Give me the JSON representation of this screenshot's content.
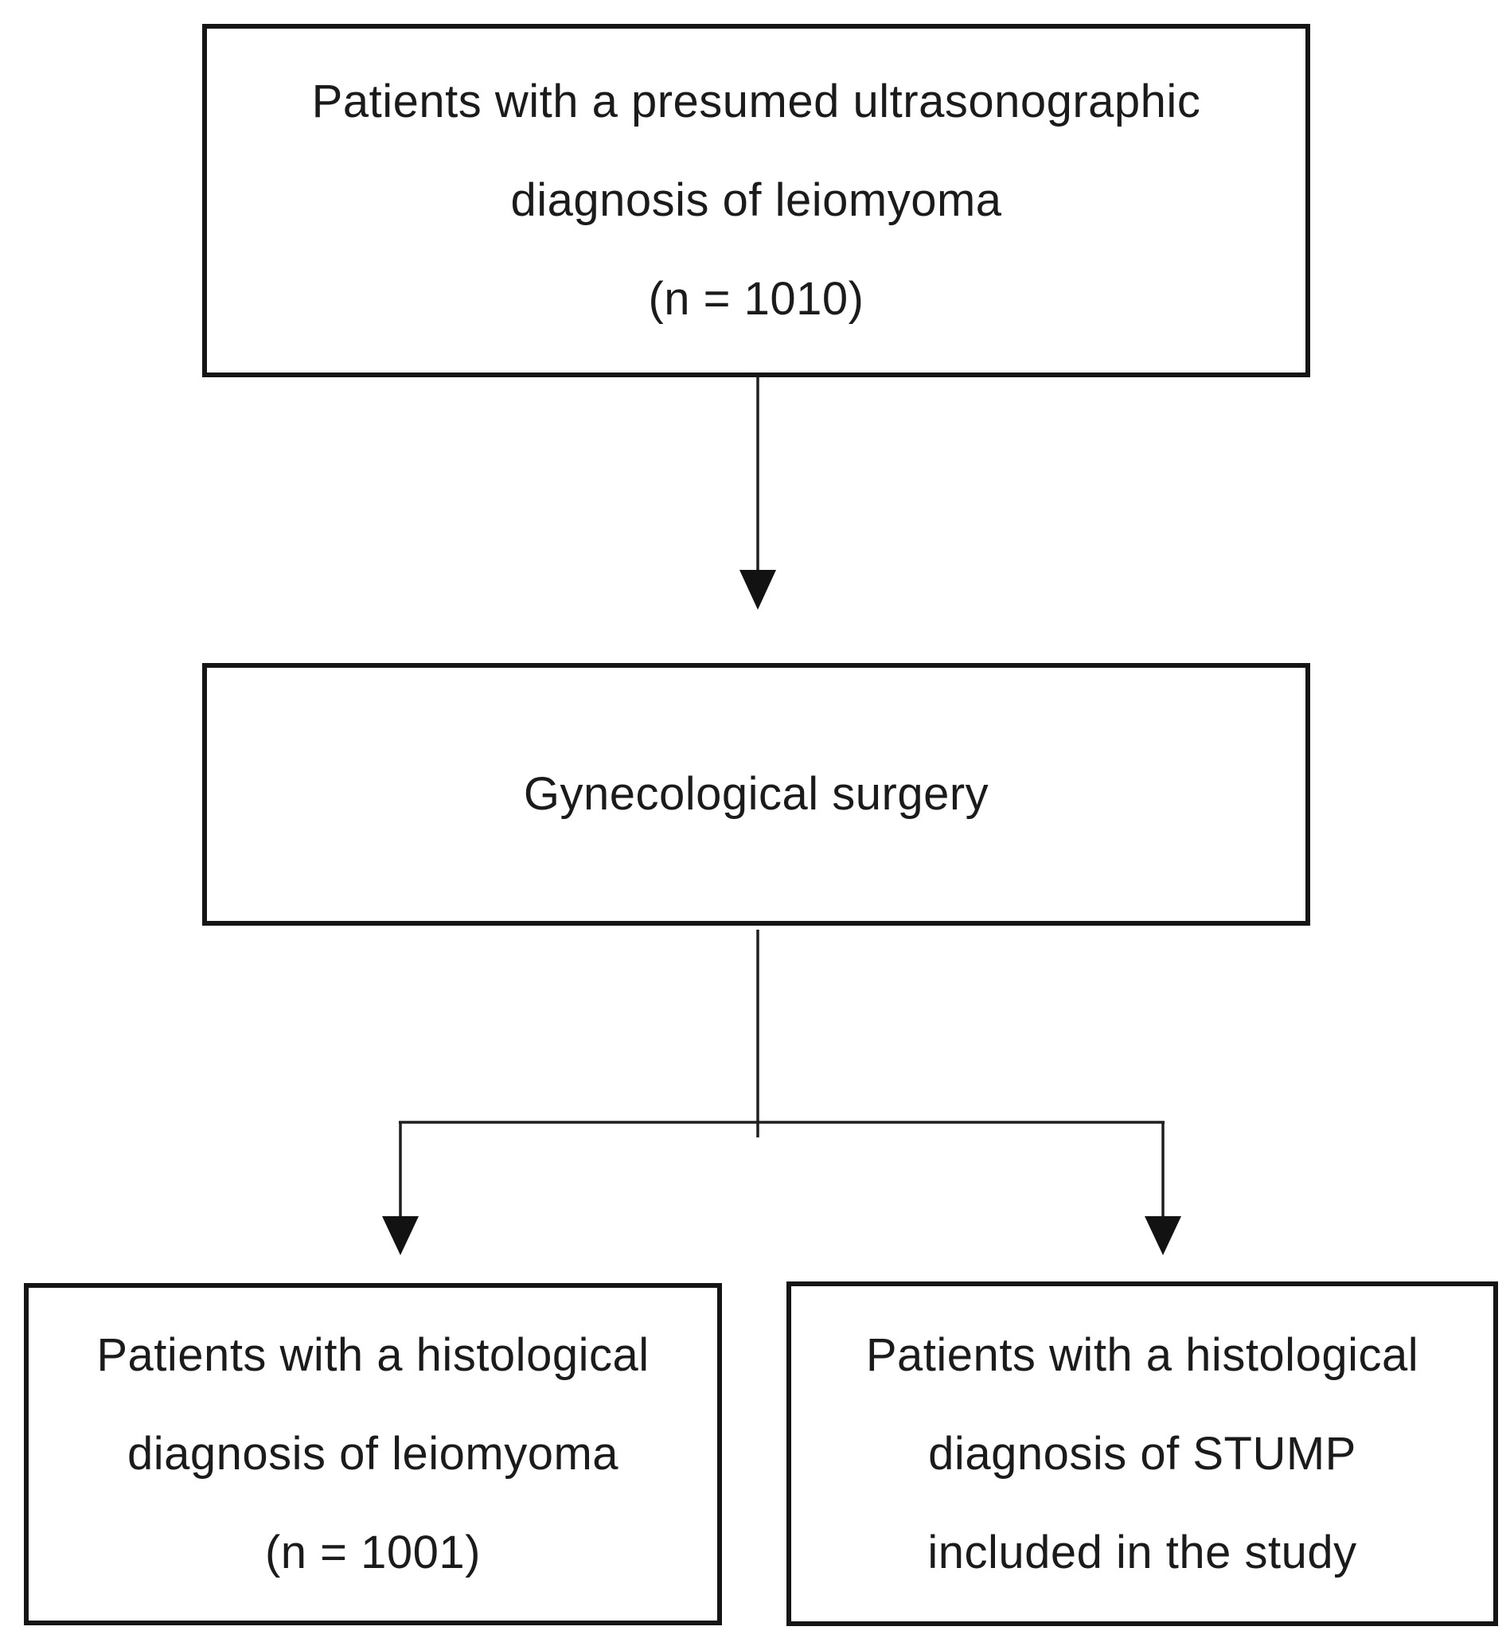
{
  "figure": {
    "type": "flowchart",
    "background_color": "#ffffff",
    "line_color": "#1a1a1a",
    "text_color": "#1b1b1b"
  },
  "nodes": {
    "top": {
      "id": "ultrasonographic-diagnosis",
      "lines": [
        "Patients with a presumed ultrasonographic",
        "diagnosis of leiomyoma",
        "(n = 1010)"
      ],
      "n": 1010
    },
    "middle": {
      "id": "gynecological-surgery",
      "lines": [
        "Gynecological surgery"
      ]
    },
    "bottom_left": {
      "id": "histological-leiomyoma",
      "lines": [
        "Patients with a histological",
        "diagnosis of leiomyoma",
        "(n = 1001)"
      ],
      "n": 1001
    },
    "bottom_right": {
      "id": "histological-stump",
      "lines": [
        "Patients with a histological",
        "diagnosis of STUMP",
        "included in the study"
      ]
    }
  },
  "edges": [
    {
      "from": "ultrasonographic-diagnosis",
      "to": "gynecological-surgery",
      "style": "arrow-down"
    },
    {
      "from": "gynecological-surgery",
      "to": "histological-leiomyoma",
      "style": "arrow-down-branch-left"
    },
    {
      "from": "gynecological-surgery",
      "to": "histological-stump",
      "style": "arrow-down-branch-right"
    }
  ]
}
